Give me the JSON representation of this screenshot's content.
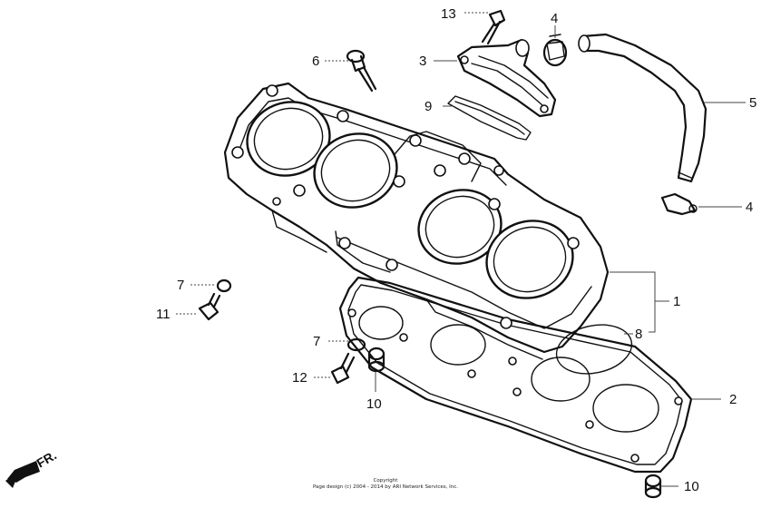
{
  "callouts": {
    "p1": "1",
    "p2": "2",
    "p3": "3",
    "p4a": "4",
    "p4b": "4",
    "p5": "5",
    "p6": "6",
    "p7a": "7",
    "p7b": "7",
    "p8": "8",
    "p9": "9",
    "p10a": "10",
    "p10b": "10",
    "p11": "11",
    "p12": "12",
    "p13": "13"
  },
  "direction_label": "FR.",
  "copyright": {
    "line1": "Copyright",
    "line2": "Page design (c) 2004 - 2014 by ARI Network Services, Inc."
  }
}
